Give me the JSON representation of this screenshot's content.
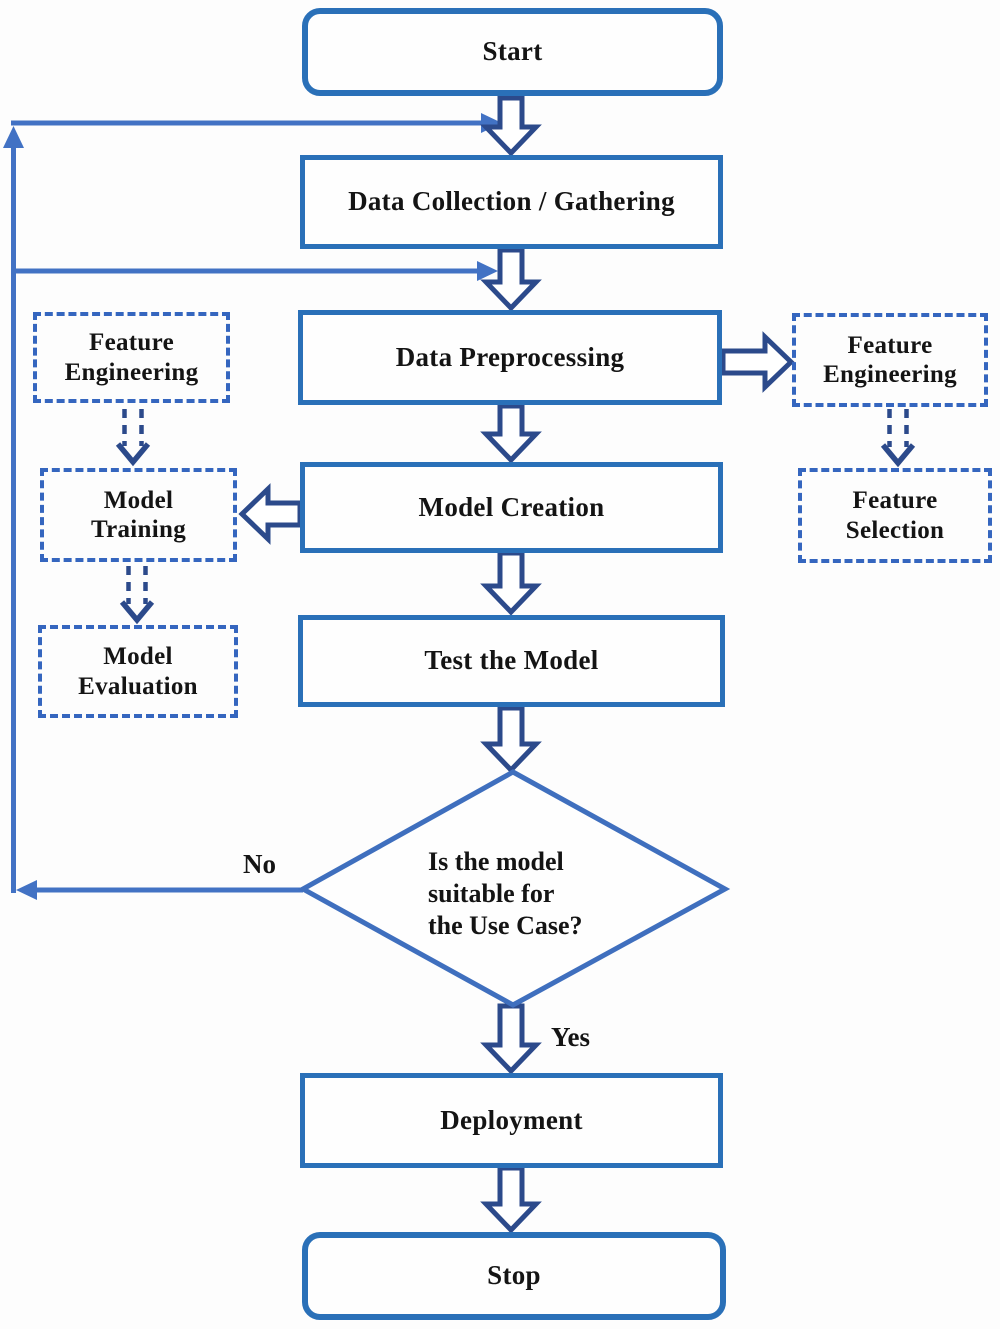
{
  "flowchart": {
    "nodes": {
      "start": "Start",
      "data_collection": "Data Collection / Gathering",
      "data_preprocessing": "Data Preprocessing",
      "model_creation": "Model Creation",
      "test_model": "Test the Model",
      "deployment": "Deployment",
      "stop": "Stop",
      "feature_engineering_left": "Feature Engineering",
      "model_training": "Model Training",
      "model_evaluation": "Model Evaluation",
      "feature_engineering_right": "Feature Engineering",
      "feature_selection": "Feature Selection",
      "decision_line1": "Is the model",
      "decision_line2": "suitable for",
      "decision_line3": "the Use Case?"
    },
    "edge_labels": {
      "no": "No",
      "yes": "Yes"
    },
    "colors": {
      "solid_box_border": "#2a70b8",
      "dashed_box_border": "#3566bf",
      "block_arrow_outline": "#2c4a8b",
      "block_arrow_fill": "#ffffff",
      "dashed_arrow": "#2c4a8b",
      "feedback_line": "#4272c4",
      "diamond_border": "#3f6fbe",
      "text": "#141414",
      "background": "#fdfdfd"
    }
  }
}
